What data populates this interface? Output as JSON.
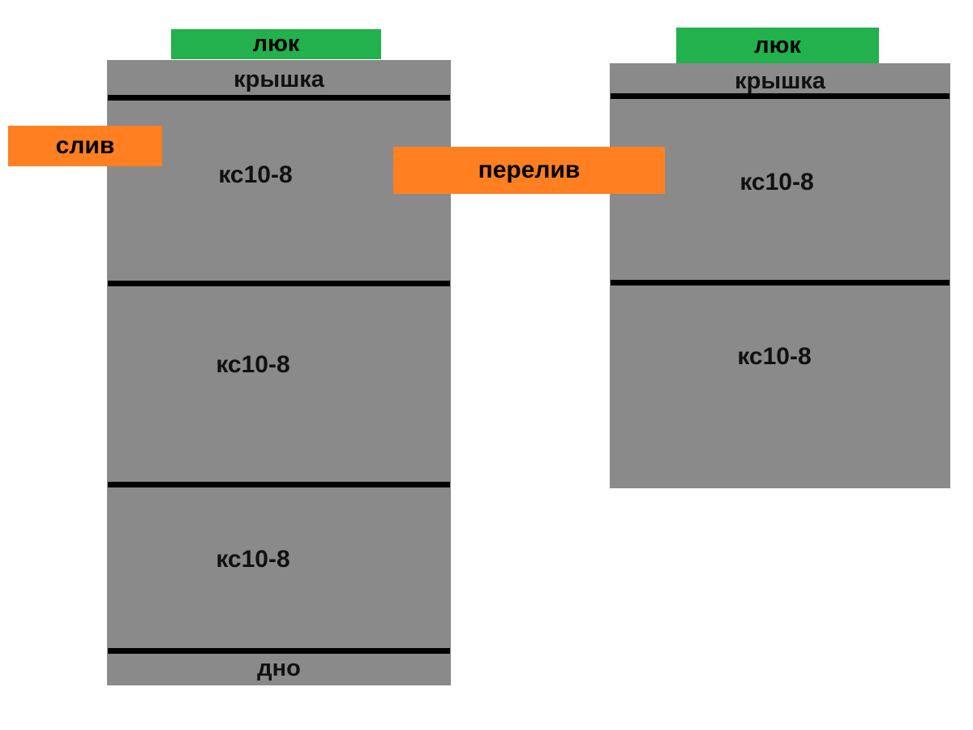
{
  "diagram": {
    "title": "",
    "colors": {
      "concrete": "#8a8a8a",
      "hatch": "#22b14c",
      "pipe": "#ff7f21",
      "line": "#000000",
      "background": "#ffffff"
    },
    "tanks": [
      {
        "id": "left-tank",
        "hatch_label": "люк",
        "cap_label": "крышка",
        "bottom_label": "дно",
        "rings": [
          {
            "label": "кс10-8"
          },
          {
            "label": "кс10-8"
          },
          {
            "label": "кс10-8"
          }
        ]
      },
      {
        "id": "right-tank",
        "hatch_label": "люк",
        "cap_label": "крышка",
        "bottom_label": "",
        "rings": [
          {
            "label": "кс10-8"
          },
          {
            "label": "кс10-8"
          }
        ]
      }
    ],
    "pipes": [
      {
        "id": "drain",
        "label": "слив"
      },
      {
        "id": "overflow",
        "label": "перелив"
      }
    ]
  }
}
